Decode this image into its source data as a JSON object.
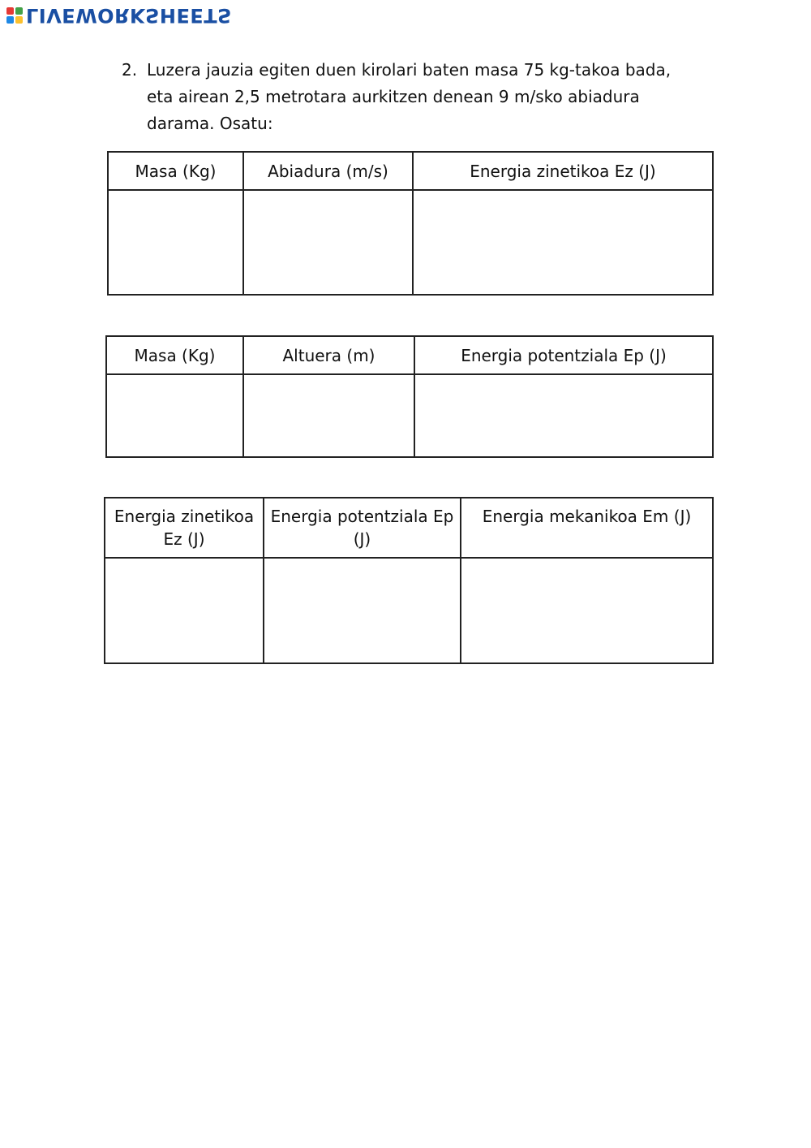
{
  "logo": {
    "text": "LIVEWORKSHEETS",
    "block_colors": [
      "#e53935",
      "#43a047",
      "#1e88e5",
      "#fbc02d"
    ]
  },
  "question": {
    "number": "2.",
    "text": "Luzera jauzia egiten duen kirolari baten masa 75 kg-takoa bada, eta airean 2,5 metrotara aurkitzen denean 9 m/sko abiadura darama. Osatu:"
  },
  "tables": [
    {
      "headers": [
        "Masa (Kg)",
        "Abiadura (m/s)",
        "Energia zinetikoa Ez (J)"
      ],
      "cells": [
        "",
        "",
        ""
      ]
    },
    {
      "headers": [
        "Masa (Kg)",
        "Altuera (m)",
        "Energia potentziala Ep (J)"
      ],
      "cells": [
        "",
        "",
        ""
      ]
    },
    {
      "headers": [
        "Energia zinetikoa Ez (J)",
        "Energia potentziala Ep (J)",
        "Energia mekanikoa Em (J)"
      ],
      "cells": [
        "",
        "",
        ""
      ]
    }
  ]
}
